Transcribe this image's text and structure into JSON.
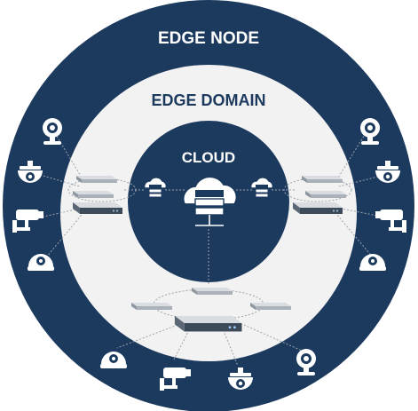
{
  "rings": {
    "outer_label": "EDGE NODE",
    "middle_label": "EDGE DOMAIN",
    "inner_label": "CLOUD"
  },
  "colors": {
    "navy": "#1c3a5e",
    "light_ring": "#f2f2f2",
    "white": "#ffffff",
    "domain_text": "#1c3a5e",
    "device": "#c9cdd2",
    "device_dark": "#3d4a59"
  },
  "devices": {
    "left_cameras": [
      "webcam-icon",
      "dome-camera-icon",
      "bullet-camera-icon",
      "dome-camera-icon"
    ],
    "right_cameras": [
      "webcam-icon",
      "dome-camera-icon",
      "bullet-camera-icon",
      "dome-camera-icon"
    ],
    "bottom_cameras": [
      "dome-camera-icon",
      "bullet-camera-icon",
      "dome-camera-icon",
      "webcam-icon"
    ],
    "cloud_icons": [
      "cloud-server-icon",
      "cloud-server-large-icon",
      "cloud-server-icon"
    ],
    "edge_hubs": [
      "switch-icon",
      "nvr-icon"
    ]
  }
}
